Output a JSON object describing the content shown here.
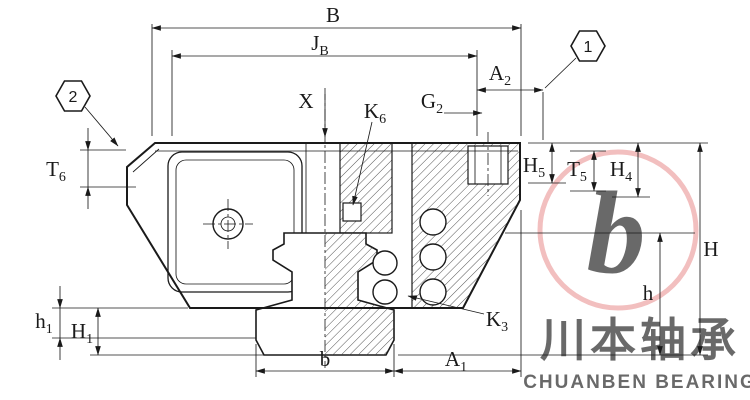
{
  "diagram": {
    "type": "linear-guide-carriage-cross-section",
    "labels": {
      "B": {
        "main": "B",
        "sub": ""
      },
      "JB": {
        "main": "J",
        "sub": "B"
      },
      "A2": {
        "main": "A",
        "sub": "2"
      },
      "X": {
        "main": "X",
        "sub": ""
      },
      "K6": {
        "main": "K",
        "sub": "6"
      },
      "G2": {
        "main": "G",
        "sub": "2"
      },
      "T6": {
        "main": "T",
        "sub": "6"
      },
      "H5": {
        "main": "H",
        "sub": "5"
      },
      "T5": {
        "main": "T",
        "sub": "5"
      },
      "H4": {
        "main": "H",
        "sub": "4"
      },
      "H": {
        "main": "H",
        "sub": ""
      },
      "h": {
        "main": "h",
        "sub": ""
      },
      "h1": {
        "main": "h",
        "sub": "1"
      },
      "H1": {
        "main": "H",
        "sub": "1"
      },
      "b": {
        "main": "b",
        "sub": ""
      },
      "A1": {
        "main": "A",
        "sub": "1"
      },
      "K3": {
        "main": "K",
        "sub": "3"
      }
    },
    "callouts": {
      "one": "1",
      "two": "2"
    },
    "watermark": {
      "logo_letter": "b",
      "chinese": "川本轴承",
      "english": "CHUANBEN BEARING",
      "color": "#ec9d9d"
    },
    "colors": {
      "line": "#1a1a1a",
      "background": "#ffffff"
    }
  }
}
